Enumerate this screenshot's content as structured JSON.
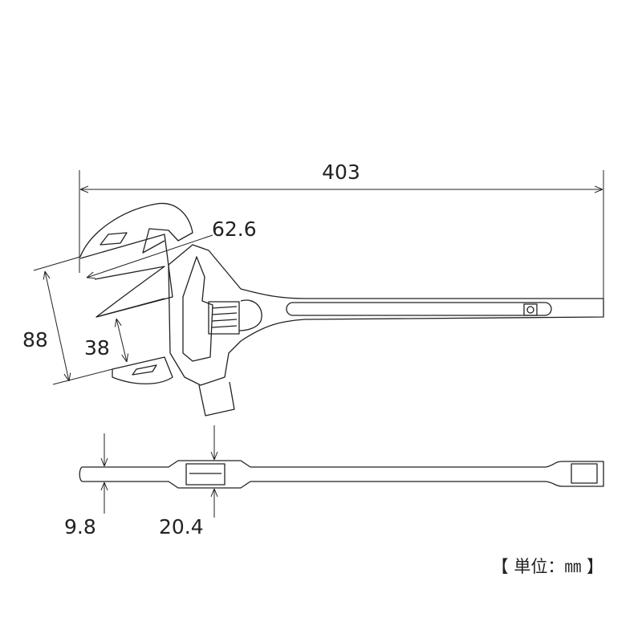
{
  "drawing": {
    "dimensions": {
      "overall_length": "403",
      "jaw_capacity_diag": "62.6",
      "head_width": "88",
      "jaw_opening": "38",
      "handle_thickness": "9.8",
      "head_thickness": "20.4"
    },
    "unit_label": "【 単位：㎜ 】"
  }
}
